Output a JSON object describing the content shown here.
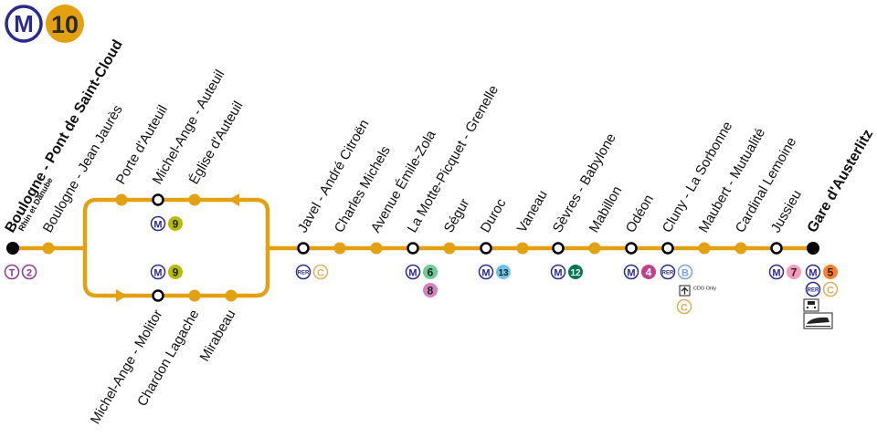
{
  "line": {
    "network_letter": "M",
    "number": "10",
    "color": "#e3a112",
    "badge_text_color": "#2a2a2a"
  },
  "stations": {
    "boulogne_pont": {
      "name": "Boulogne - Pont de Saint-Cloud",
      "sub": "Rhin et Danube"
    },
    "boulogne_jaures": {
      "name": "Boulogne - Jean Jaurès"
    },
    "porte_auteuil": {
      "name": "Porte d'Auteuil"
    },
    "michel_ange_auteuil": {
      "name": "Michel-Ange - Auteuil"
    },
    "eglise_auteuil": {
      "name": "Église d'Auteuil"
    },
    "michel_ange_molitor": {
      "name": "Michel-Ange - Molitor"
    },
    "chardon_lagache": {
      "name": "Chardon Lagache"
    },
    "mirabeau": {
      "name": "Mirabeau"
    },
    "javel": {
      "name": "Javel - André Citroën"
    },
    "charles_michels": {
      "name": "Charles Michels"
    },
    "emile_zola": {
      "name": "Avenue Émile-Zola"
    },
    "motte_picquet": {
      "name": "La Motte-Picquet - Grenelle"
    },
    "segur": {
      "name": "Ségur"
    },
    "duroc": {
      "name": "Duroc"
    },
    "vaneau": {
      "name": "Vaneau"
    },
    "sevres_babylone": {
      "name": "Sèvres - Babylone"
    },
    "mabillon": {
      "name": "Mabillon"
    },
    "odeon": {
      "name": "Odéon"
    },
    "cluny": {
      "name": "Cluny - La Sorbonne"
    },
    "maubert": {
      "name": "Maubert - Mutualité"
    },
    "cardinal_lemoine": {
      "name": "Cardinal Lemoine"
    },
    "jussieu": {
      "name": "Jussieu"
    },
    "austerlitz": {
      "name": "Gare d'Austerlitz"
    }
  },
  "correspondences": {
    "tram_letter": "T",
    "tram_2": "2",
    "metro_letter": "M",
    "rer_text": "RER",
    "metro_9": "9",
    "metro_6": "6",
    "metro_8": "8",
    "metro_13": "13",
    "metro_12": "12",
    "metro_4": "4",
    "metro_7": "7",
    "metro_5": "5",
    "rer_b": "B",
    "rer_c": "C",
    "cdg_note": "CDG Only",
    "tram_color": "#8d3a8f",
    "metro_color": "#2a2a8c",
    "color_9": "#b6bd00",
    "color_6": "#6eca97",
    "color_8": "#d282be",
    "color_13": "#6ec4e8",
    "color_12": "#007852",
    "color_4": "#be418d",
    "color_7": "#fa9aba",
    "color_5": "#ff7e2e",
    "rer_b_color": "#7ba3dc",
    "rer_c_color": "#d8b15c"
  },
  "icons": {
    "airport": "airplane-icon",
    "train": "train-icon"
  }
}
